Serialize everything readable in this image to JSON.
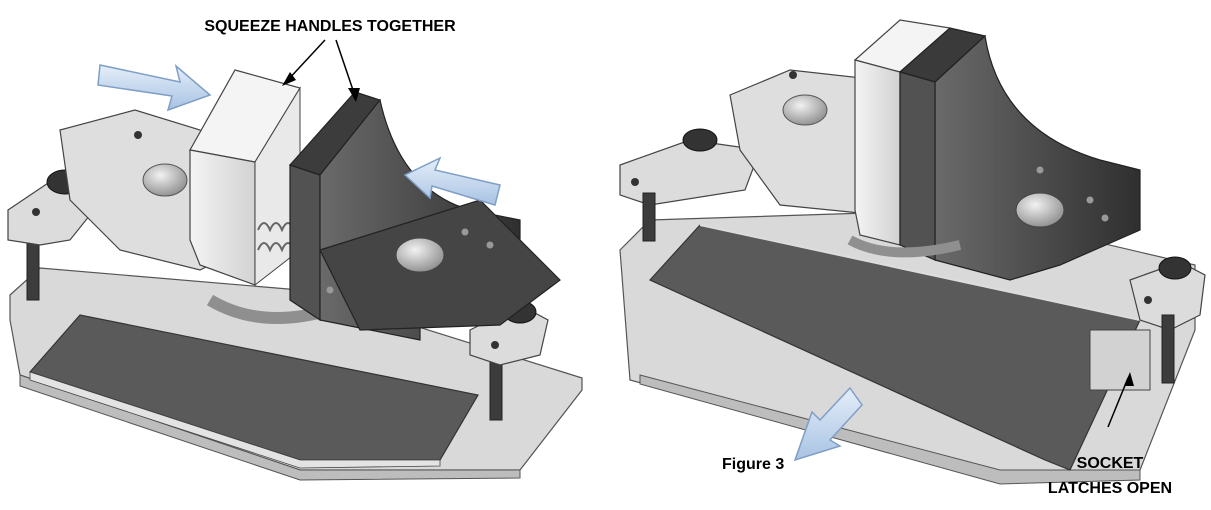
{
  "annotations": {
    "squeeze": "SQUEEZE HANDLES TOGETHER",
    "figure": "Figure 3",
    "socket_line1": "SOCKET",
    "socket_line2": "LATCHES OPEN"
  },
  "colors": {
    "arrow_fill": "#c6d8ee",
    "arrow_stroke": "#7f9fc6",
    "dark_part": "#4a4a4a",
    "light_part": "#d8d8d8",
    "plate": "#595959"
  }
}
